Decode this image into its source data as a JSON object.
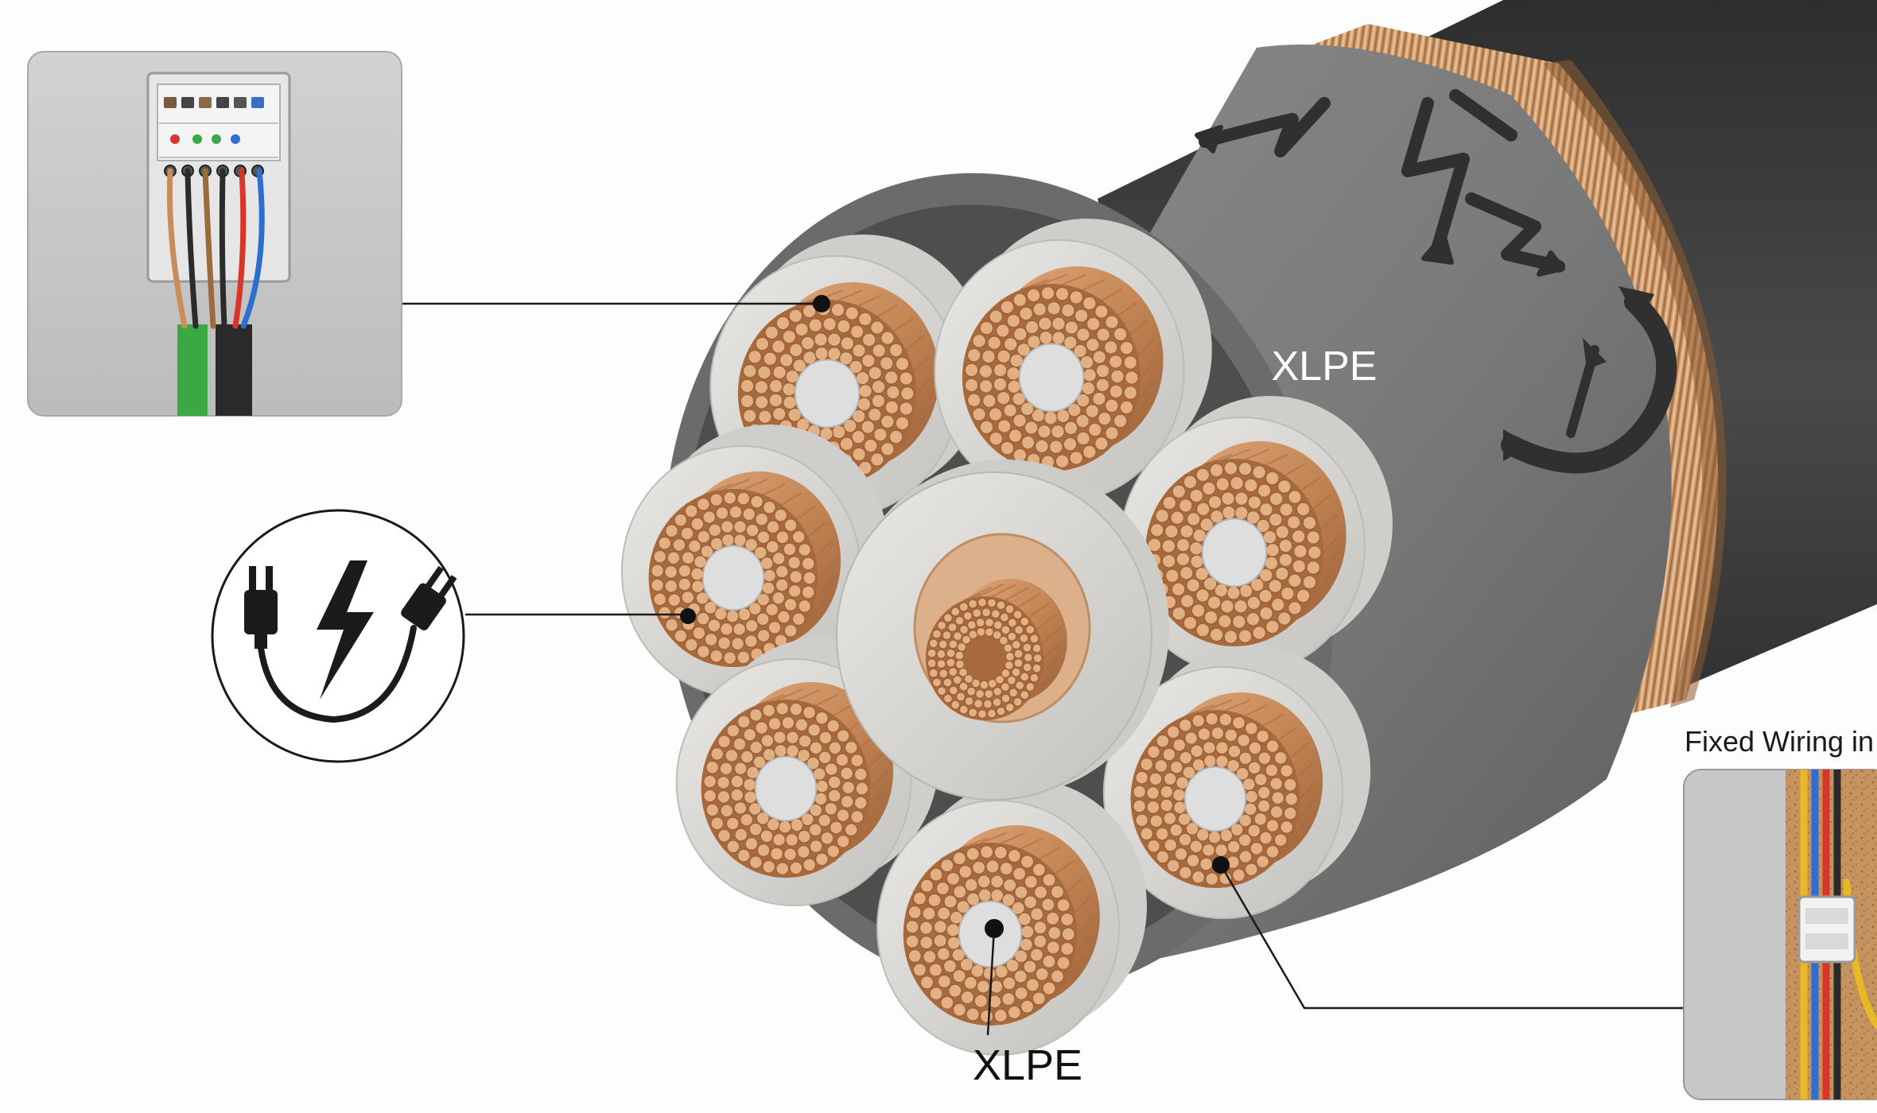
{
  "labels": {
    "jacket_label": "XLPE",
    "bottom_label": "XLPE",
    "right_panel_title": "Fixed Wiring in"
  },
  "icons": {
    "distribution_box": "distribution-box-icon",
    "power_plug": "plug-lightning-icon",
    "surge": "electric-surge-icon",
    "rotation": "rotation-arrow-icon",
    "fixed_wiring": "wall-wiring-icon"
  },
  "colors": {
    "copper": "#c98d5c",
    "copper_dark": "#a8693d",
    "insulation": "#dad9d6",
    "sheath": "#6a6a6a",
    "filler": "#585858",
    "jacket": "#3c3c3c",
    "panel_bg": "#c9c9c9",
    "wire_green": "#3aa843",
    "wire_red": "#d8352b",
    "wire_blue": "#2d6fd0",
    "wire_brown": "#9a6b3d",
    "wire_yellow": "#e9b825"
  }
}
